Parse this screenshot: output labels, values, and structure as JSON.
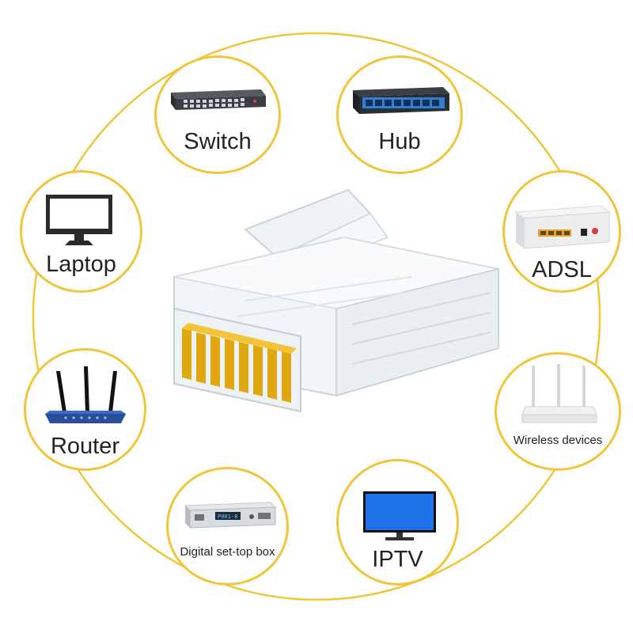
{
  "colors": {
    "ring": "#f0c53a",
    "pins": "#e0a810",
    "screen": "#1e73e8"
  },
  "center": {
    "icon": "rj45-connector-icon"
  },
  "devices": [
    {
      "label": "Switch",
      "icon": "switch-icon"
    },
    {
      "label": "Hub",
      "icon": "hub-icon"
    },
    {
      "label": "ADSL",
      "icon": "adsl-modem-icon"
    },
    {
      "label": "Wireless devices",
      "icon": "wireless-router-icon"
    },
    {
      "label": "IPTV",
      "icon": "tv-icon"
    },
    {
      "label": "Digital set-top box",
      "icon": "set-top-box-icon"
    },
    {
      "label": "Router",
      "icon": "router-icon"
    },
    {
      "label": "Laptop",
      "icon": "monitor-icon"
    }
  ],
  "set_top_box_display": "P001-8"
}
